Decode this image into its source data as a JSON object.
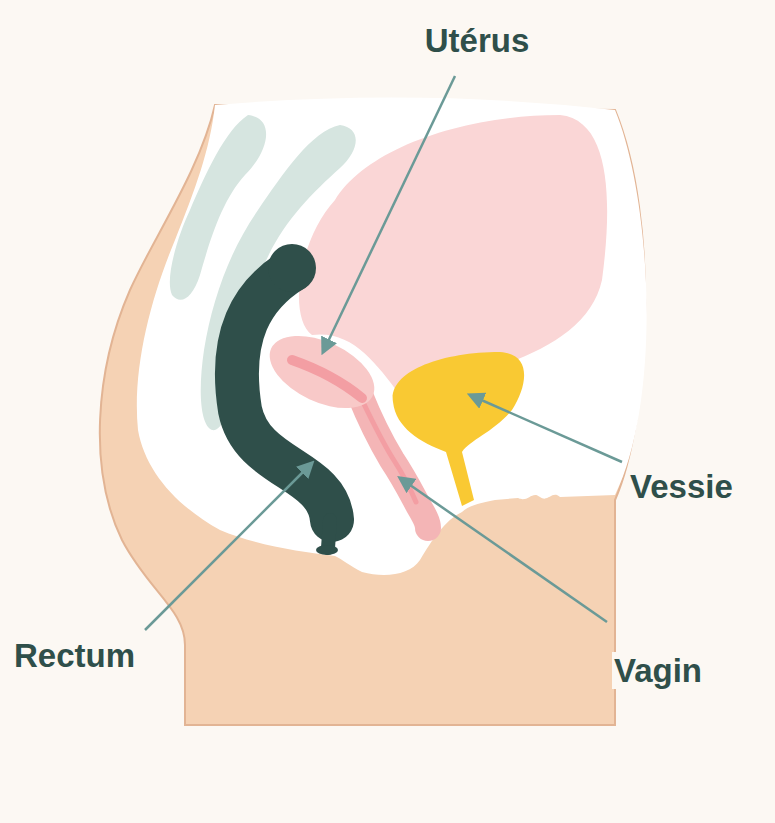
{
  "diagram": {
    "labels": [
      "Utérus",
      "Vessie",
      "Rectum",
      "Vagin"
    ]
  }
}
